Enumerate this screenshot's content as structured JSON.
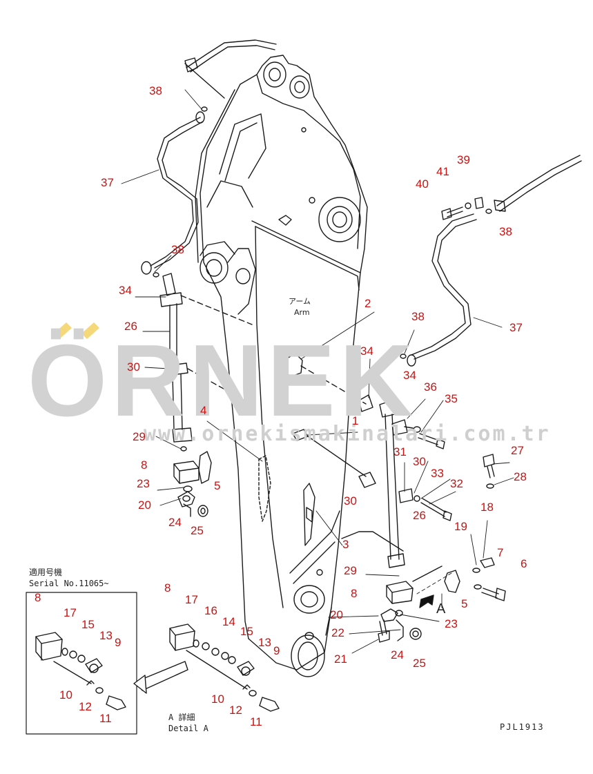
{
  "watermark": {
    "brand": "ÖRNEK",
    "url": "www.ornekismakinalari.com.tr",
    "accent_color": "#f5d87a"
  },
  "arm_label": {
    "jp": "アーム",
    "en": "Arm"
  },
  "serial": {
    "jp": "適用号機",
    "en": "Serial No.11065~"
  },
  "detail": {
    "jp": "A 詳細",
    "en": "Detail A"
  },
  "view_letter": "A",
  "drawing_code": "PJL1913",
  "callout_color": "#cc1111",
  "callouts": [
    {
      "id": "c38a",
      "text": "38"
    },
    {
      "id": "c37a",
      "text": "37"
    },
    {
      "id": "c38b",
      "text": "38"
    },
    {
      "id": "c34a",
      "text": "34"
    },
    {
      "id": "c26a",
      "text": "26"
    },
    {
      "id": "c30a",
      "text": "30"
    },
    {
      "id": "c4",
      "text": "4"
    },
    {
      "id": "c29a",
      "text": "29"
    },
    {
      "id": "c8a",
      "text": "8"
    },
    {
      "id": "c5a",
      "text": "5"
    },
    {
      "id": "c23a",
      "text": "23"
    },
    {
      "id": "c20a",
      "text": "20"
    },
    {
      "id": "c24a",
      "text": "24"
    },
    {
      "id": "c25a",
      "text": "25"
    },
    {
      "id": "c39",
      "text": "39"
    },
    {
      "id": "c41",
      "text": "41"
    },
    {
      "id": "c40",
      "text": "40"
    },
    {
      "id": "c38c",
      "text": "38"
    },
    {
      "id": "c2",
      "text": "2"
    },
    {
      "id": "c38d",
      "text": "38"
    },
    {
      "id": "c37b",
      "text": "37"
    },
    {
      "id": "c34b",
      "text": "34"
    },
    {
      "id": "c34c",
      "text": "34"
    },
    {
      "id": "c36",
      "text": "36"
    },
    {
      "id": "c35",
      "text": "35"
    },
    {
      "id": "c1",
      "text": "1"
    },
    {
      "id": "c31",
      "text": "31"
    },
    {
      "id": "c30b",
      "text": "30"
    },
    {
      "id": "c33",
      "text": "33"
    },
    {
      "id": "c32",
      "text": "32"
    },
    {
      "id": "c30c",
      "text": "30"
    },
    {
      "id": "c26b",
      "text": "26"
    },
    {
      "id": "c27",
      "text": "27"
    },
    {
      "id": "c28",
      "text": "28"
    },
    {
      "id": "c18",
      "text": "18"
    },
    {
      "id": "c19",
      "text": "19"
    },
    {
      "id": "c3",
      "text": "3"
    },
    {
      "id": "c7",
      "text": "7"
    },
    {
      "id": "c6",
      "text": "6"
    },
    {
      "id": "c29b",
      "text": "29"
    },
    {
      "id": "c8b",
      "text": "8"
    },
    {
      "id": "c5b",
      "text": "5"
    },
    {
      "id": "c20b",
      "text": "20"
    },
    {
      "id": "c23b",
      "text": "23"
    },
    {
      "id": "c22",
      "text": "22"
    },
    {
      "id": "c21",
      "text": "21"
    },
    {
      "id": "c24b",
      "text": "24"
    },
    {
      "id": "c25b",
      "text": "25"
    },
    {
      "id": "c8c",
      "text": "8"
    },
    {
      "id": "c17a",
      "text": "17"
    },
    {
      "id": "c15a",
      "text": "15"
    },
    {
      "id": "c13a",
      "text": "13"
    },
    {
      "id": "c9a",
      "text": "9"
    },
    {
      "id": "c10a",
      "text": "10"
    },
    {
      "id": "c12a",
      "text": "12"
    },
    {
      "id": "c11a",
      "text": "11"
    },
    {
      "id": "c8d",
      "text": "8"
    },
    {
      "id": "c17b",
      "text": "17"
    },
    {
      "id": "c16",
      "text": "16"
    },
    {
      "id": "c14",
      "text": "14"
    },
    {
      "id": "c15b",
      "text": "15"
    },
    {
      "id": "c13b",
      "text": "13"
    },
    {
      "id": "c9b",
      "text": "9"
    },
    {
      "id": "c10b",
      "text": "10"
    },
    {
      "id": "c12b",
      "text": "12"
    },
    {
      "id": "c11b",
      "text": "11"
    }
  ]
}
